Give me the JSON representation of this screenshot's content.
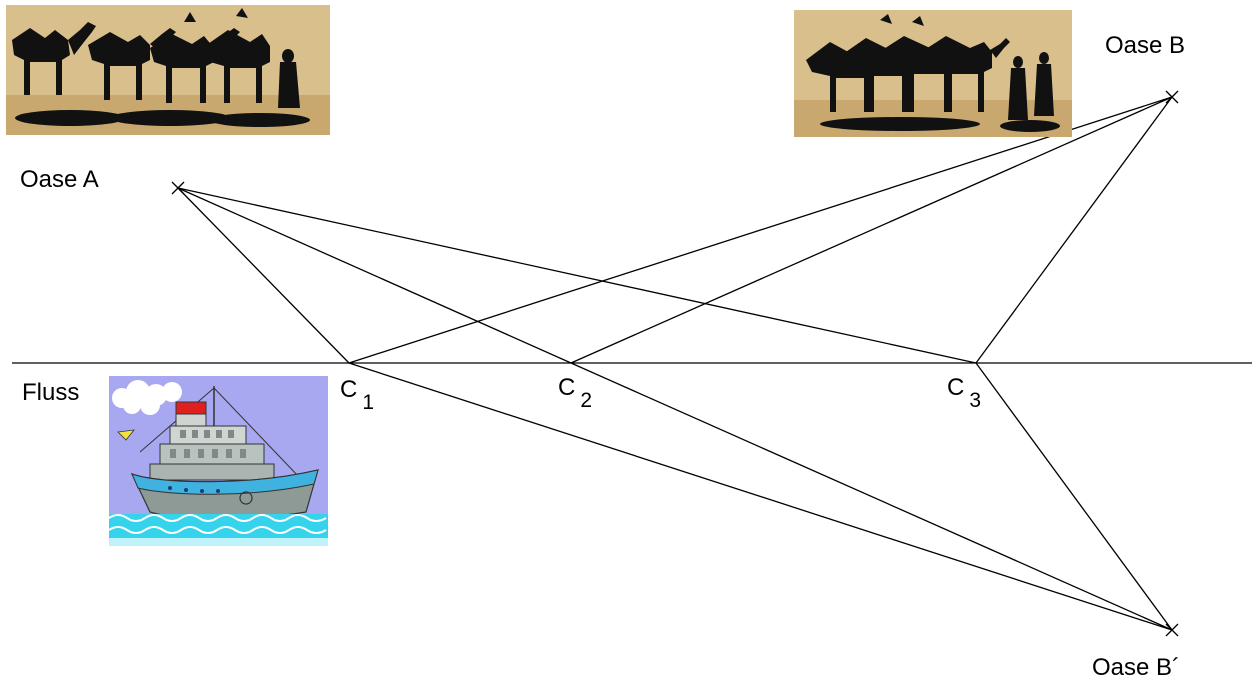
{
  "labels": {
    "oasis_a": "Oase A",
    "oasis_b": "Oase B",
    "oasis_b_mirror": "Oase B´",
    "river": "Fluss",
    "c1_letter": "C",
    "c1_index": "1",
    "c2_letter": "C",
    "c2_index": "2",
    "c3_letter": "C",
    "c3_index": "3"
  },
  "colors": {
    "line": "#000000",
    "sand": "#d9bf8c",
    "sand_dark": "#c8a86e",
    "silhouette": "#111111",
    "sky": "#a8a8f0",
    "water": "#36d4ec",
    "hull": "#3fb2e0",
    "ship_body": "#8e9a96",
    "funnel_red": "#e02020"
  },
  "illustrations": {
    "caravan_left": "camel-caravan-photo",
    "caravan_right": "camel-caravan-photo",
    "ship": "steamship-clipart"
  }
}
